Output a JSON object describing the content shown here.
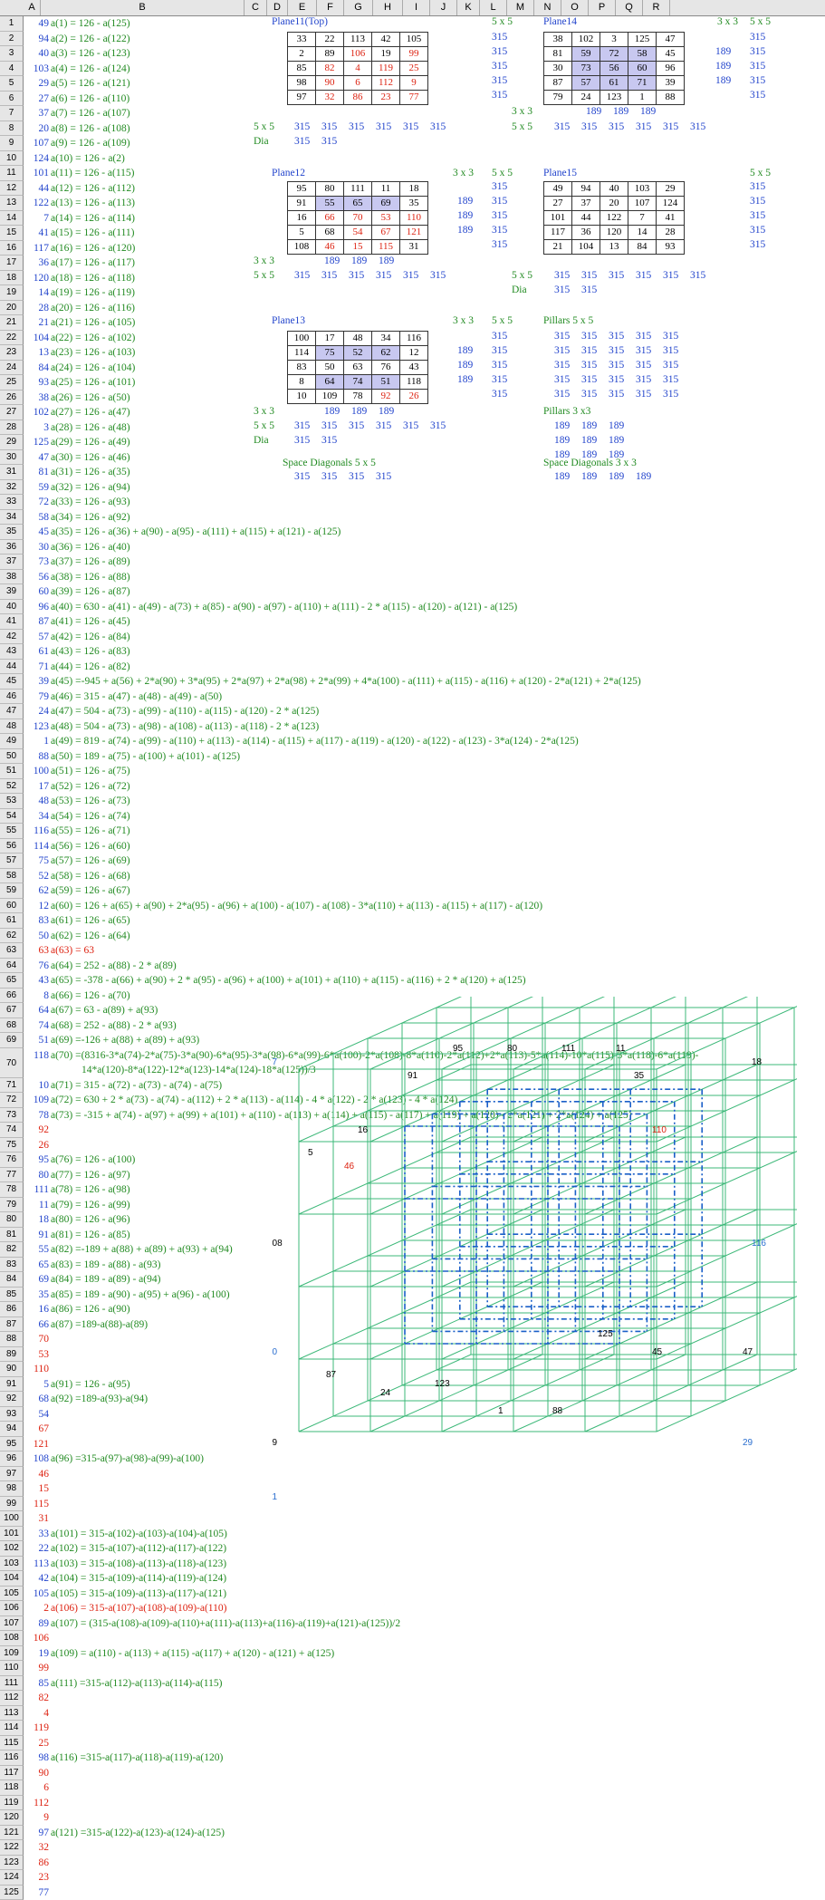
{
  "columns": [
    "A",
    "B",
    "C",
    "D",
    "E",
    "F",
    "G",
    "H",
    "I",
    "J",
    "K",
    "L",
    "M",
    "N",
    "O",
    "P",
    "Q",
    "R"
  ],
  "rows": [
    [
      "49",
      "a(1) = 126 - a(125)"
    ],
    [
      "94",
      "a(2) = 126 - a(122)"
    ],
    [
      "40",
      "a(3) = 126 - a(123)"
    ],
    [
      "103",
      "a(4) = 126 - a(124)"
    ],
    [
      "29",
      "a(5) = 126 - a(121)"
    ],
    [
      "27",
      "a(6) = 126 - a(110)"
    ],
    [
      "37",
      "a(7) = 126 - a(107)"
    ],
    [
      "20",
      "a(8) = 126 - a(108)"
    ],
    [
      "107",
      "a(9) = 126 - a(109)"
    ],
    [
      "124",
      "a(10) = 126 - a(2)"
    ],
    [
      "101",
      "a(11) = 126 - a(115)"
    ],
    [
      "44",
      "a(12) = 126 - a(112)"
    ],
    [
      "122",
      "a(13) = 126 - a(113)"
    ],
    [
      "7",
      "a(14) = 126 - a(114)"
    ],
    [
      "41",
      "a(15) = 126 - a(111)"
    ],
    [
      "117",
      "a(16) = 126 - a(120)"
    ],
    [
      "36",
      "a(17) = 126 - a(117)"
    ],
    [
      "120",
      "a(18) = 126 - a(118)"
    ],
    [
      "14",
      "a(19) = 126 - a(119)"
    ],
    [
      "28",
      "a(20) = 126 - a(116)"
    ],
    [
      "21",
      "a(21) = 126 - a(105)"
    ],
    [
      "104",
      "a(22) = 126 - a(102)"
    ],
    [
      "13",
      "a(23) = 126 - a(103)"
    ],
    [
      "84",
      "a(24) = 126 - a(104)"
    ],
    [
      "93",
      "a(25) = 126 - a(101)"
    ],
    [
      "38",
      "a(26) = 126 - a(50)"
    ],
    [
      "102",
      "a(27) = 126 - a(47)"
    ],
    [
      "3",
      "a(28) = 126 - a(48)"
    ],
    [
      "125",
      "a(29) = 126 - a(49)"
    ],
    [
      "47",
      "a(30) = 126 - a(46)"
    ],
    [
      "81",
      "a(31) = 126 - a(35)"
    ],
    [
      "59",
      "a(32) = 126 - a(94)"
    ],
    [
      "72",
      "a(33) = 126 - a(93)"
    ],
    [
      "58",
      "a(34) = 126 - a(92)"
    ],
    [
      "45",
      "a(35) = 126 - a(36) + a(90) - a(95) - a(111) + a(115) + a(121) - a(125)"
    ],
    [
      "30",
      "a(36) = 126 - a(40)"
    ],
    [
      "73",
      "a(37) = 126 - a(89)"
    ],
    [
      "56",
      "a(38) = 126 - a(88)"
    ],
    [
      "60",
      "a(39) = 126 - a(87)"
    ],
    [
      "96",
      "a(40) = 630 - a(41) - a(49) - a(73) + a(85) - a(90) - a(97) - a(110) + a(111) - 2 * a(115) - a(120) - a(121) - a(125)"
    ],
    [
      "87",
      "a(41) = 126 - a(45)"
    ],
    [
      "57",
      "a(42) = 126 - a(84)"
    ],
    [
      "61",
      "a(43) = 126 - a(83)"
    ],
    [
      "71",
      "a(44) = 126 - a(82)"
    ],
    [
      "39",
      "a(45) =-945 + a(56) + 2*a(90) + 3*a(95) + 2*a(97) + 2*a(98) + 2*a(99) + 4*a(100) - a(111) + a(115) - a(116) + a(120) - 2*a(121) + 2*a(125)"
    ],
    [
      "79",
      "a(46) = 315 - a(47) - a(48) - a(49) - a(50)"
    ],
    [
      "24",
      "a(47) = 504 - a(73) - a(99) - a(110) - a(115) - a(120) - 2 * a(125)"
    ],
    [
      "123",
      "a(48) = 504 - a(73) - a(98) - a(108) - a(113) - a(118) - 2 * a(123)"
    ],
    [
      "1",
      "a(49) = 819 - a(74) - a(99) - a(110) + a(113) - a(114) - a(115) + a(117) - a(119) - a(120) - a(122) - a(123) - 3*a(124) - 2*a(125)"
    ],
    [
      "88",
      "a(50) = 189 - a(75) - a(100) + a(101) - a(125)"
    ],
    [
      "100",
      "a(51) = 126 - a(75)"
    ],
    [
      "17",
      "a(52) = 126 - a(72)"
    ],
    [
      "48",
      "a(53) = 126 - a(73)"
    ],
    [
      "34",
      "a(54) = 126 - a(74)"
    ],
    [
      "116",
      "a(55) = 126 - a(71)"
    ],
    [
      "114",
      "a(56) = 126 - a(60)"
    ],
    [
      "75",
      "a(57) = 126 - a(69)"
    ],
    [
      "52",
      "a(58) = 126 - a(68)"
    ],
    [
      "62",
      "a(59) = 126 - a(67)"
    ],
    [
      "12",
      "a(60) = 126 + a(65) + a(90) + 2*a(95) - a(96) + a(100) - a(107) - a(108) - 3*a(110) + a(113) - a(115) + a(117) - a(120)"
    ],
    [
      "83",
      "a(61) = 126 - a(65)"
    ],
    [
      "50",
      "a(62) = 126 - a(64)"
    ],
    [
      "63",
      "a(63) = 63"
    ],
    [
      "76",
      "a(64) = 252 - a(88) - 2 * a(89)"
    ],
    [
      "43",
      "a(65) = -378 - a(66) + a(90) + 2 * a(95) - a(96) + a(100) + a(101) + a(110) + a(115) - a(116) + 2 * a(120) + a(125)"
    ],
    [
      "8",
      "a(66) = 126 - a(70)"
    ],
    [
      "64",
      "a(67) = 63 - a(89) + a(93)"
    ],
    [
      "74",
      "a(68) = 252 - a(88) - 2 * a(93)"
    ],
    [
      "51",
      "a(69) =-126 + a(88) + a(89) + a(93)"
    ],
    [
      "118",
      "a(70) =(8316-3*a(74)-2*a(75)-3*a(90)-6*a(95)-3*a(98)-6*a(99)-6*a(100)-2*a(108)-8*a(110)-2*a(112)+2*a(113)-5*a(114)-10*a(115)-5*a(118)-6*a(119)-"
    ],
    [
      "10",
      "a(71) = 315 - a(72) - a(73) - a(74) - a(75)"
    ],
    [
      "109",
      "a(72) = 630 + 2 * a(73) - a(74) - a(112) + 2 * a(113) - a(114) - 4 * a(122) - 2 * a(123) - 4 * a(124)"
    ],
    [
      "78",
      "a(73) = -315 + a(74) - a(97) + a(99) + a(101) + a(110) - a(113) + a(114) + a(115) - a(117) + a(119) + a(120) - 2*a(121) + 2*a(124) + a(125)"
    ],
    [
      "92",
      ""
    ],
    [
      "26",
      ""
    ],
    [
      "95",
      "a(76) = 126 - a(100)"
    ],
    [
      "80",
      "a(77) = 126 - a(97)"
    ],
    [
      "111",
      "a(78) = 126 - a(98)"
    ],
    [
      "11",
      "a(79) = 126 - a(99)"
    ],
    [
      "18",
      "a(80) = 126 - a(96)"
    ],
    [
      "91",
      "a(81) = 126 - a(85)"
    ],
    [
      "55",
      "a(82) =-189 + a(88) + a(89) + a(93) + a(94)"
    ],
    [
      "65",
      "a(83) = 189 - a(88) - a(93)"
    ],
    [
      "69",
      "a(84) = 189 - a(89) - a(94)"
    ],
    [
      "35",
      "a(85) = 189 - a(90) - a(95) + a(96) - a(100)"
    ],
    [
      "16",
      "a(86) = 126 - a(90)"
    ],
    [
      "66",
      "a(87) =189-a(88)-a(89)"
    ],
    [
      "70",
      ""
    ],
    [
      "53",
      ""
    ],
    [
      "110",
      ""
    ],
    [
      "5",
      "a(91) = 126 - a(95)"
    ],
    [
      "68",
      "a(92) =189-a(93)-a(94)"
    ],
    [
      "54",
      ""
    ],
    [
      "67",
      ""
    ],
    [
      "121",
      ""
    ],
    [
      "108",
      "a(96) =315-a(97)-a(98)-a(99)-a(100)"
    ],
    [
      "46",
      ""
    ],
    [
      "15",
      ""
    ],
    [
      "115",
      ""
    ],
    [
      "31",
      ""
    ],
    [
      "33",
      "a(101) = 315-a(102)-a(103)-a(104)-a(105)"
    ],
    [
      "22",
      "a(102) = 315-a(107)-a(112)-a(117)-a(122)"
    ],
    [
      "113",
      "a(103) = 315-a(108)-a(113)-a(118)-a(123)"
    ],
    [
      "42",
      "a(104) = 315-a(109)-a(114)-a(119)-a(124)"
    ],
    [
      "105",
      "a(105) = 315-a(109)-a(113)-a(117)-a(121)"
    ],
    [
      "2",
      "a(106) = 315-a(107)-a(108)-a(109)-a(110)"
    ],
    [
      "89",
      "a(107) = (315-a(108)-a(109)-a(110)+a(111)-a(113)+a(116)-a(119)+a(121)-a(125))/2"
    ],
    [
      "106",
      ""
    ],
    [
      "19",
      "a(109) = a(110) - a(113) + a(115) -a(117) + a(120) - a(121) + a(125)"
    ],
    [
      "99",
      ""
    ],
    [
      "85",
      "a(111) =315-a(112)-a(113)-a(114)-a(115)"
    ],
    [
      "82",
      ""
    ],
    [
      "4",
      ""
    ],
    [
      "119",
      ""
    ],
    [
      "25",
      ""
    ],
    [
      "98",
      "a(116) =315-a(117)-a(118)-a(119)-a(120)"
    ],
    [
      "90",
      ""
    ],
    [
      "6",
      ""
    ],
    [
      "112",
      ""
    ],
    [
      "9",
      ""
    ],
    [
      "97",
      "a(121) =315-a(122)-a(123)-a(124)-a(125)"
    ],
    [
      "32",
      ""
    ],
    [
      "86",
      ""
    ],
    [
      "23",
      ""
    ],
    [
      "77",
      ""
    ]
  ],
  "row70_cont": "14*a(120)-8*a(122)-12*a(123)-14*a(124)-18*a(125))/3",
  "labels": {
    "plane11": "Plane11(Top)",
    "plane12": "Plane12",
    "plane13": "Plane13",
    "plane14": "Plane14",
    "plane15": "Plane15",
    "five": "5 x 5",
    "three": "3 x 3",
    "dia": "Dia",
    "pillars5": "Pillars 5 x 5",
    "pillars3": "Pillars 3 x3",
    "space5": "Space Diagonals 5 x 5",
    "space3": "Space Diagonals 3 x 3"
  },
  "planes": {
    "p11": [
      [
        "33",
        "22",
        "113",
        "42",
        "105"
      ],
      [
        "2",
        "89",
        "106",
        "19",
        "99"
      ],
      [
        "85",
        "82",
        "4",
        "119",
        "25"
      ],
      [
        "98",
        "90",
        "6",
        "112",
        "9"
      ],
      [
        "97",
        "32",
        "86",
        "23",
        "77"
      ]
    ],
    "p12": [
      [
        "95",
        "80",
        "111",
        "11",
        "18"
      ],
      [
        "91",
        "55",
        "65",
        "69",
        "35"
      ],
      [
        "16",
        "66",
        "70",
        "53",
        "110"
      ],
      [
        "5",
        "68",
        "54",
        "67",
        "121"
      ],
      [
        "108",
        "46",
        "15",
        "115",
        "31"
      ]
    ],
    "p13": [
      [
        "100",
        "17",
        "48",
        "34",
        "116"
      ],
      [
        "114",
        "75",
        "52",
        "62",
        "12"
      ],
      [
        "83",
        "50",
        "63",
        "76",
        "43"
      ],
      [
        "8",
        "64",
        "74",
        "51",
        "118"
      ],
      [
        "10",
        "109",
        "78",
        "92",
        "26"
      ]
    ],
    "p14": [
      [
        "38",
        "102",
        "3",
        "125",
        "47"
      ],
      [
        "81",
        "59",
        "72",
        "58",
        "45"
      ],
      [
        "30",
        "73",
        "56",
        "60",
        "96"
      ],
      [
        "87",
        "57",
        "61",
        "71",
        "39"
      ],
      [
        "79",
        "24",
        "123",
        "1",
        "88"
      ]
    ],
    "p15": [
      [
        "49",
        "94",
        "40",
        "103",
        "29"
      ],
      [
        "27",
        "37",
        "20",
        "107",
        "124"
      ],
      [
        "101",
        "44",
        "122",
        "7",
        "41"
      ],
      [
        "117",
        "36",
        "120",
        "14",
        "28"
      ],
      [
        "21",
        "104",
        "13",
        "84",
        "93"
      ]
    ]
  },
  "sums": {
    "s315": "315",
    "s189": "189"
  }
}
